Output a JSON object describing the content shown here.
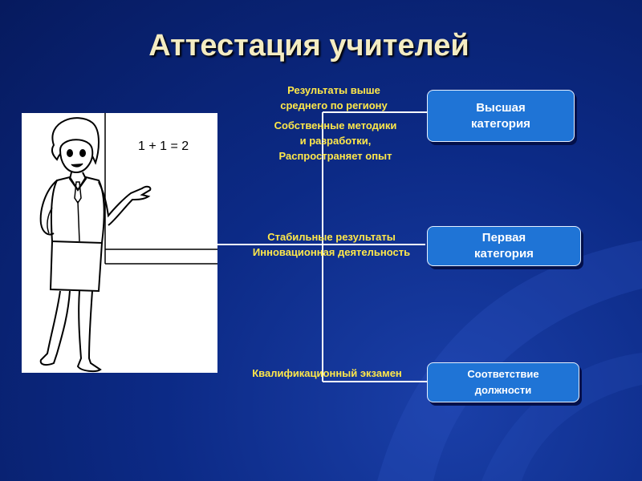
{
  "title": "Аттестация учителей",
  "board_text": "1 + 1 = 2",
  "criteria": {
    "above_average_line1": "Результаты выше",
    "above_average_line2": "среднего по региону",
    "own_methods_line1": "Собственные методики",
    "own_methods_line2": "и разработки,",
    "own_methods_line3": "Распространяет опыт",
    "stable_line1": "Стабильные результаты",
    "stable_line2": "Инновационная деятельность",
    "exam": "Квалификационный экзамен"
  },
  "categories": [
    {
      "line1": "Высшая",
      "line2": "категория"
    },
    {
      "line1": "Первая",
      "line2": "категория"
    },
    {
      "line1": "Соответствие",
      "line2": "должности"
    }
  ],
  "colors": {
    "background": "#0c2a86",
    "title": "#f4ecc2",
    "criteria_text": "#ffe84a",
    "box_fill": "#1f74d6",
    "connector": "#ffffff"
  }
}
